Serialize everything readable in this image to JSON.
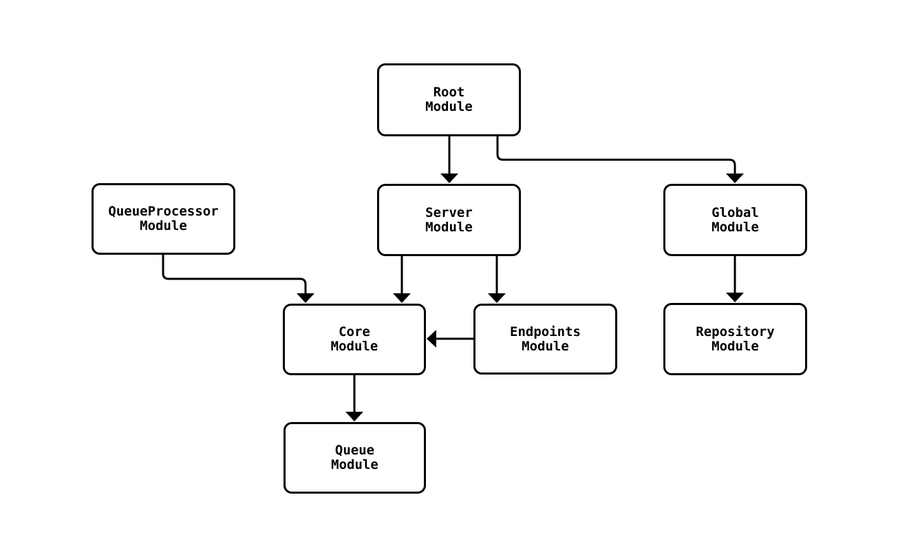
{
  "diagram": {
    "type": "module-dependency-flowchart",
    "colors": {
      "background": "#ffffff",
      "node_fill": "#ffffff",
      "node_border": "#000000",
      "edge": "#000000",
      "text": "#000000"
    },
    "nodes": [
      {
        "id": "root",
        "line1": "Root",
        "line2": "Module"
      },
      {
        "id": "queueprocessor",
        "line1": "QueueProcessor",
        "line2": "Module"
      },
      {
        "id": "server",
        "line1": "Server",
        "line2": "Module"
      },
      {
        "id": "global",
        "line1": "Global",
        "line2": "Module"
      },
      {
        "id": "core",
        "line1": "Core",
        "line2": "Module"
      },
      {
        "id": "endpoints",
        "line1": "Endpoints",
        "line2": "Module"
      },
      {
        "id": "repository",
        "line1": "Repository",
        "line2": "Module"
      },
      {
        "id": "queue",
        "line1": "Queue",
        "line2": "Module"
      }
    ],
    "edges": [
      {
        "from": "Root Module",
        "to": "Server Module"
      },
      {
        "from": "Root Module",
        "to": "Global Module"
      },
      {
        "from": "QueueProcessor Module",
        "to": "Core Module"
      },
      {
        "from": "Server Module",
        "to": "Core Module"
      },
      {
        "from": "Server Module",
        "to": "Endpoints Module"
      },
      {
        "from": "Endpoints Module",
        "to": "Core Module"
      },
      {
        "from": "Global Module",
        "to": "Repository Module"
      },
      {
        "from": "Core Module",
        "to": "Queue Module"
      }
    ]
  }
}
